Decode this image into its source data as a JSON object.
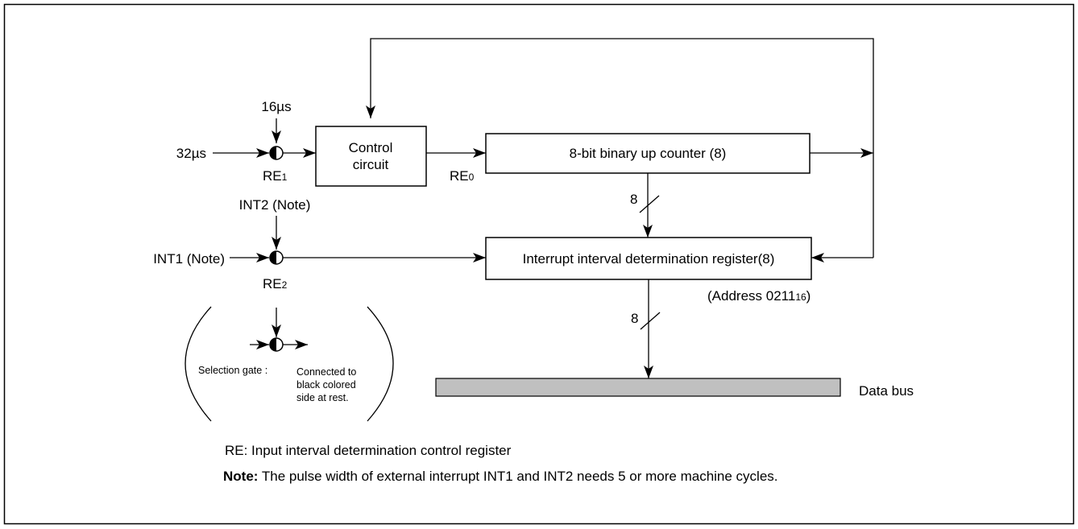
{
  "inputs": {
    "clock_16": "16µs",
    "clock_32": "32µs",
    "int2": "INT2 (Note)",
    "int1": "INT1 (Note)"
  },
  "gates": {
    "re1": {
      "main": "RE",
      "sub": "1"
    },
    "re2": {
      "main": "RE",
      "sub": "2"
    },
    "re0": {
      "main": "RE",
      "sub": "0"
    }
  },
  "blocks": {
    "control_line1": "Control",
    "control_line2": "circuit",
    "counter": "8-bit binary up counter (8)",
    "register": "Interrupt interval determination register(8)",
    "address_main": "(Address 0211",
    "address_sub": "16",
    "address_close": ")",
    "data_bus": "Data bus"
  },
  "bus_widths": {
    "upper": "8",
    "lower": "8"
  },
  "legend": {
    "selection_gate": "Selection gate :",
    "connected_line1": "Connected to",
    "connected_line2": "black colored",
    "connected_line3": "side at rest."
  },
  "notes": {
    "re_def": "RE: Input interval determination control register",
    "note_label": "Note:",
    "note_text": " The pulse width of external interrupt INT1 and INT2 needs 5 or more machine cycles."
  },
  "colors": {
    "data_bus_fill": "#c0c0c0",
    "line": "#000000",
    "border": "#000000"
  }
}
